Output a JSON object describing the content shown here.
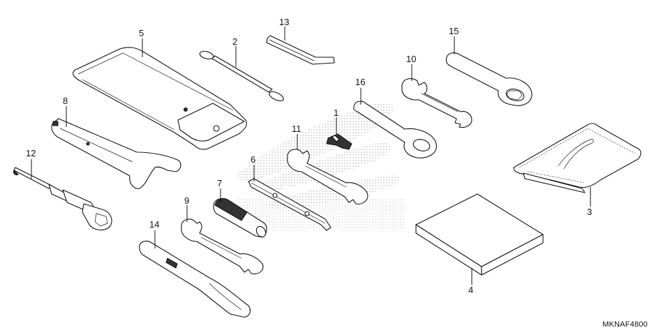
{
  "diagram_code": "MKNAF4800",
  "part_numbers": {
    "p1": "1",
    "p2": "2",
    "p3": "3",
    "p4": "4",
    "p5": "5",
    "p6": "6",
    "p7": "7",
    "p8": "8",
    "p9": "9",
    "p10": "10",
    "p11": "11",
    "p12": "12",
    "p13": "13",
    "p14": "14",
    "p15": "15",
    "p16": "16"
  },
  "colors": {
    "ink": "#111111",
    "watermark": "#d9d9d9"
  },
  "watermark_icon": "wing-logo-watermark"
}
